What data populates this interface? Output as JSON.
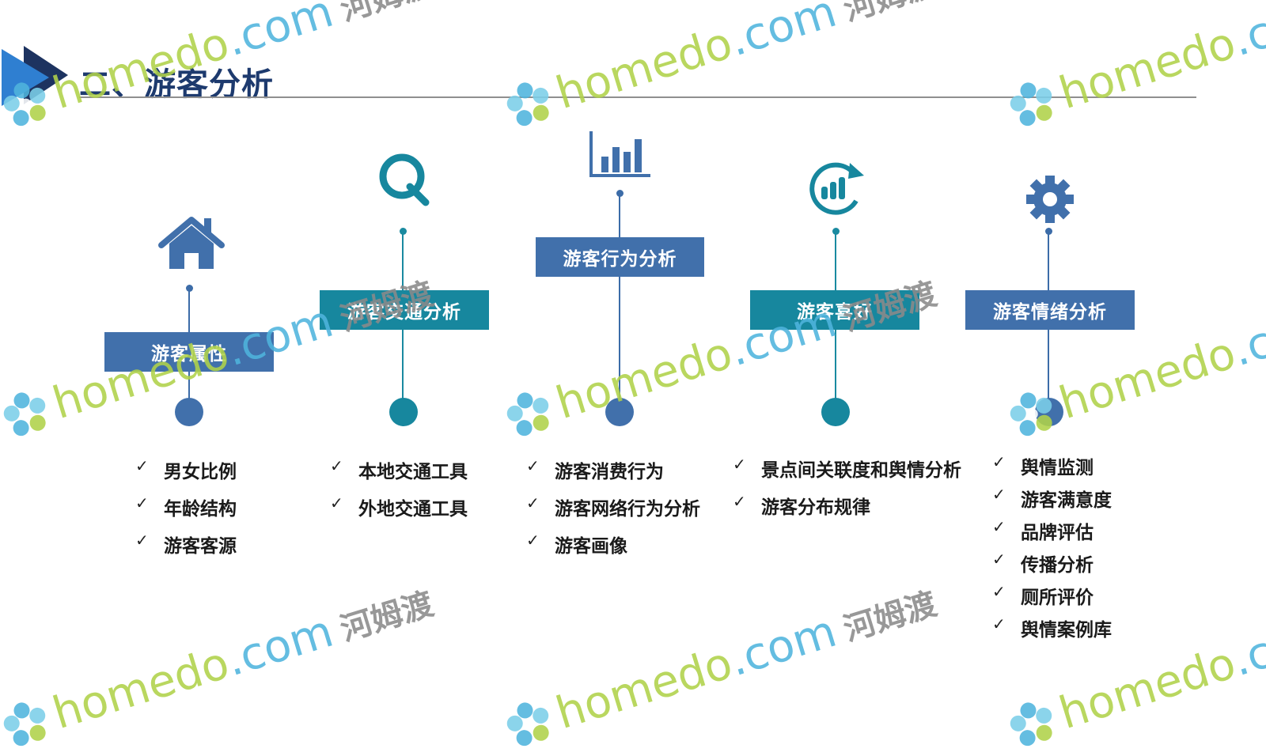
{
  "header": {
    "title": "二、游客分析"
  },
  "columns": [
    {
      "id": "attributes",
      "label": "游客属性",
      "icon": "home-icon",
      "color": "#4170ab",
      "items": [
        "男女比例",
        "年龄结构",
        "游客客源"
      ]
    },
    {
      "id": "transport",
      "label": "游客交通分析",
      "icon": "search-q-icon",
      "color": "#17879e",
      "items": [
        "本地交通工具",
        "外地交通工具"
      ]
    },
    {
      "id": "behavior",
      "label": "游客行为分析",
      "icon": "bar-chart-icon",
      "color": "#4170ab",
      "items": [
        "游客消费行为",
        "游客网络行为分析",
        "游客画像"
      ]
    },
    {
      "id": "preference",
      "label": "游客喜好",
      "icon": "cycle-chart-icon",
      "color": "#17879e",
      "items": [
        "景点间关联度和舆情分析",
        "游客分布规律"
      ]
    },
    {
      "id": "emotion",
      "label": "游客情绪分析",
      "icon": "gear-icon",
      "color": "#4170ab",
      "items": [
        "舆情监测",
        "游客满意度",
        "品牌评估",
        "传播分析",
        "厕所评价",
        "舆情案例库"
      ]
    }
  ],
  "check_mark": "✓",
  "watermark": {
    "latin": "homedo",
    "dot": ".com",
    "cn": "河姆渡"
  },
  "colors": {
    "title": "#1d3a6e",
    "blue": "#4170ab",
    "teal": "#17879e",
    "rule": "#8f8f8f"
  }
}
